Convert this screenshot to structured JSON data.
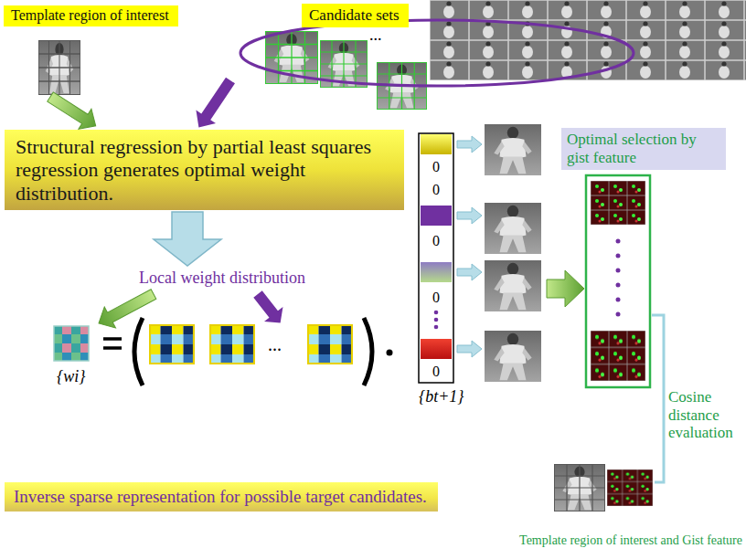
{
  "diagram": {
    "nodes": [
      {
        "text": [
          "Template region of interest"
        ]
      },
      {
        "text": [
          "Candidate sets"
        ]
      },
      {
        "text": [
          "Structural regression by partial least squares regression generates optimal weight distribution."
        ]
      },
      {
        "text": [
          "Optimal selection by gist feature"
        ]
      },
      {
        "text": [
          "Inverse sparse representation for possible target candidates."
        ]
      }
    ],
    "labels": [
      "...",
      "Local weight distribution",
      "...",
      "{wi}",
      "0",
      "0",
      "0",
      "0",
      "0",
      "{bt+1}",
      "Cosine distance evaluation",
      "Template region of interest and Gist feature"
    ]
  }
}
